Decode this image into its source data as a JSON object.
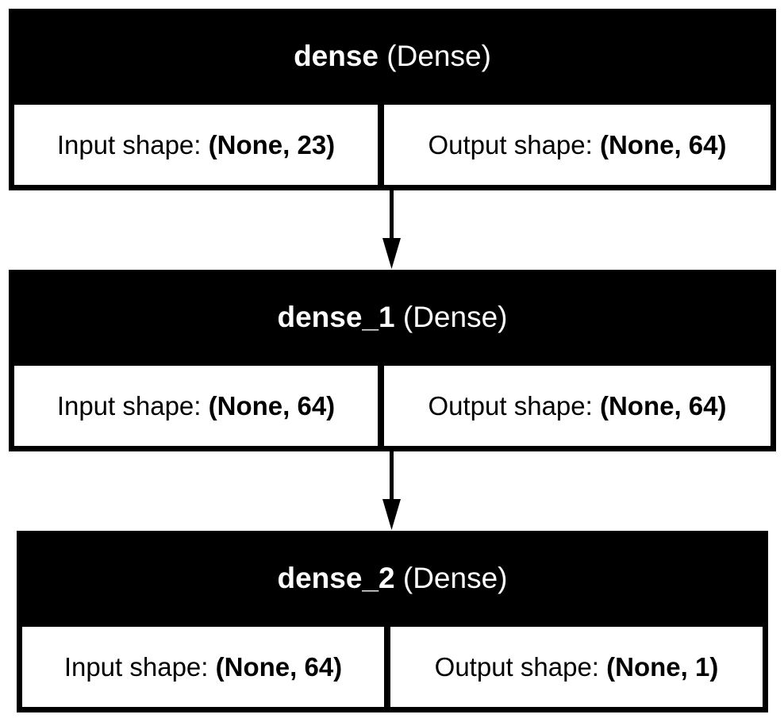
{
  "nodes": [
    {
      "name": "dense",
      "class_label": "(Dense)",
      "input_label": "Input shape:",
      "input_value": "(None, 23)",
      "output_label": "Output shape:",
      "output_value": "(None, 64)"
    },
    {
      "name": "dense_1",
      "class_label": "(Dense)",
      "input_label": "Input shape:",
      "input_value": "(None, 64)",
      "output_label": "Output shape:",
      "output_value": "(None, 64)"
    },
    {
      "name": "dense_2",
      "class_label": "(Dense)",
      "input_label": "Input shape:",
      "input_value": "(None, 64)",
      "output_label": "Output shape:",
      "output_value": "(None, 1)"
    }
  ],
  "edges": [
    {
      "from": "dense",
      "to": "dense_1"
    },
    {
      "from": "dense_1",
      "to": "dense_2"
    }
  ],
  "colors": {
    "header_background": "#000000",
    "header_text": "#ffffff",
    "cell_background": "#ffffff",
    "cell_text": "#000000",
    "arrow": "#000000"
  }
}
